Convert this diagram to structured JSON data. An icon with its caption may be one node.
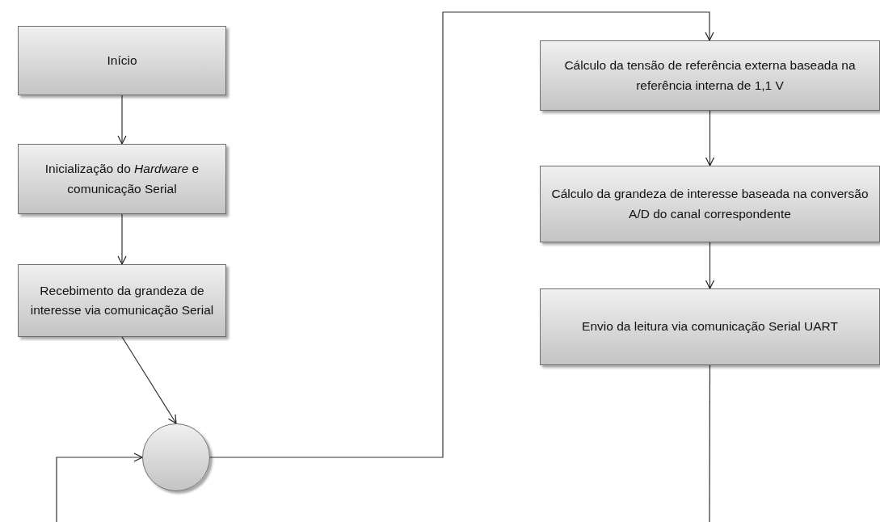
{
  "diagram": {
    "nodes": [
      {
        "text": [
          "Início"
        ]
      },
      {
        "text": [
          "Inicialização do *Hardware* e comunicação Serial"
        ]
      },
      {
        "text": [
          "Recebimento da grandeza de interesse via comunicação Serial"
        ]
      },
      {
        "text": [],
        "shape": "circle"
      },
      {
        "text": [
          "Cálculo da tensão de referência externa baseada na referência interna de 1,1 V"
        ]
      },
      {
        "text": [
          "Cálculo da grandeza de interesse baseada na conversão A/D do canal correspondente"
        ]
      },
      {
        "text": [
          "Envio da leitura via comunicação Serial UART"
        ]
      }
    ],
    "edges": [
      {
        "from": 0,
        "to": 1,
        "arrow": "to"
      },
      {
        "from": 1,
        "to": 2,
        "arrow": "to"
      },
      {
        "from": 2,
        "to": 3,
        "arrow": "to"
      },
      {
        "from": 3,
        "to": 4,
        "arrow": "to"
      },
      {
        "from": 4,
        "to": 5,
        "arrow": "to"
      },
      {
        "from": 5,
        "to": 6,
        "arrow": "to"
      },
      {
        "from": 6,
        "to": null,
        "arrow": "none"
      },
      {
        "from": null,
        "to": 3,
        "arrow": "to"
      }
    ]
  }
}
